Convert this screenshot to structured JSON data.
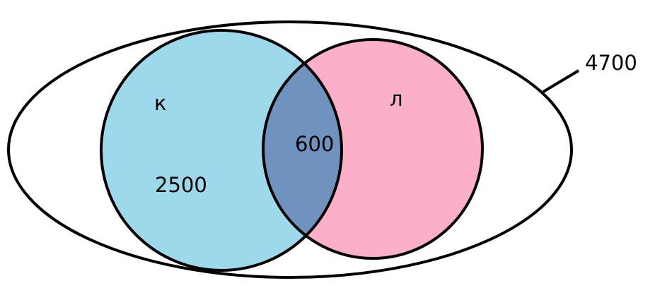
{
  "diagram": {
    "type": "venn",
    "universe": {
      "total_label": "4700"
    },
    "sets": [
      {
        "id": "k",
        "label": "к",
        "value_label": "2500",
        "color": "#9dd9ea"
      },
      {
        "id": "l",
        "label": "л",
        "value_label": "",
        "color": "#fcafc8"
      }
    ],
    "intersection": {
      "value_label": "600",
      "color": "#7092bf"
    },
    "stroke_color": "#000000",
    "background": "#ffffff"
  }
}
